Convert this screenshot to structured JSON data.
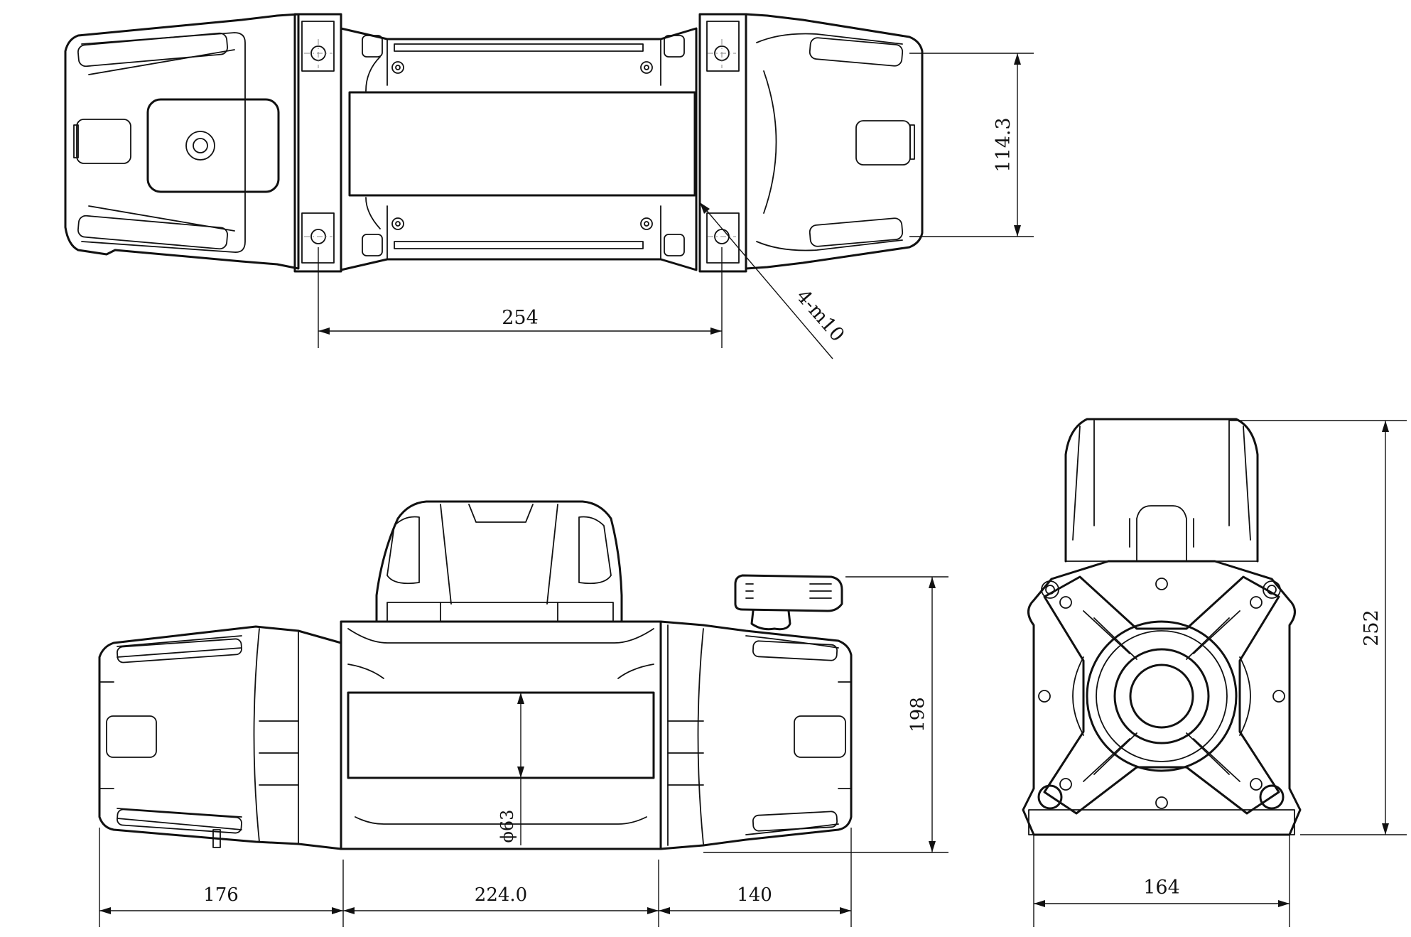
{
  "dimensions": {
    "top_mount_spacing": "254",
    "top_mount_height": "114.3",
    "bolt_callout": "4-m10",
    "front_left_length": "176",
    "front_drum_length": "224.0",
    "front_right_length": "140",
    "front_height": "198",
    "drum_diameter": "ϕ63",
    "side_width": "164",
    "side_height": "252"
  },
  "colors": {
    "line": "#111111",
    "background": "#ffffff",
    "centerline": "#888888"
  }
}
